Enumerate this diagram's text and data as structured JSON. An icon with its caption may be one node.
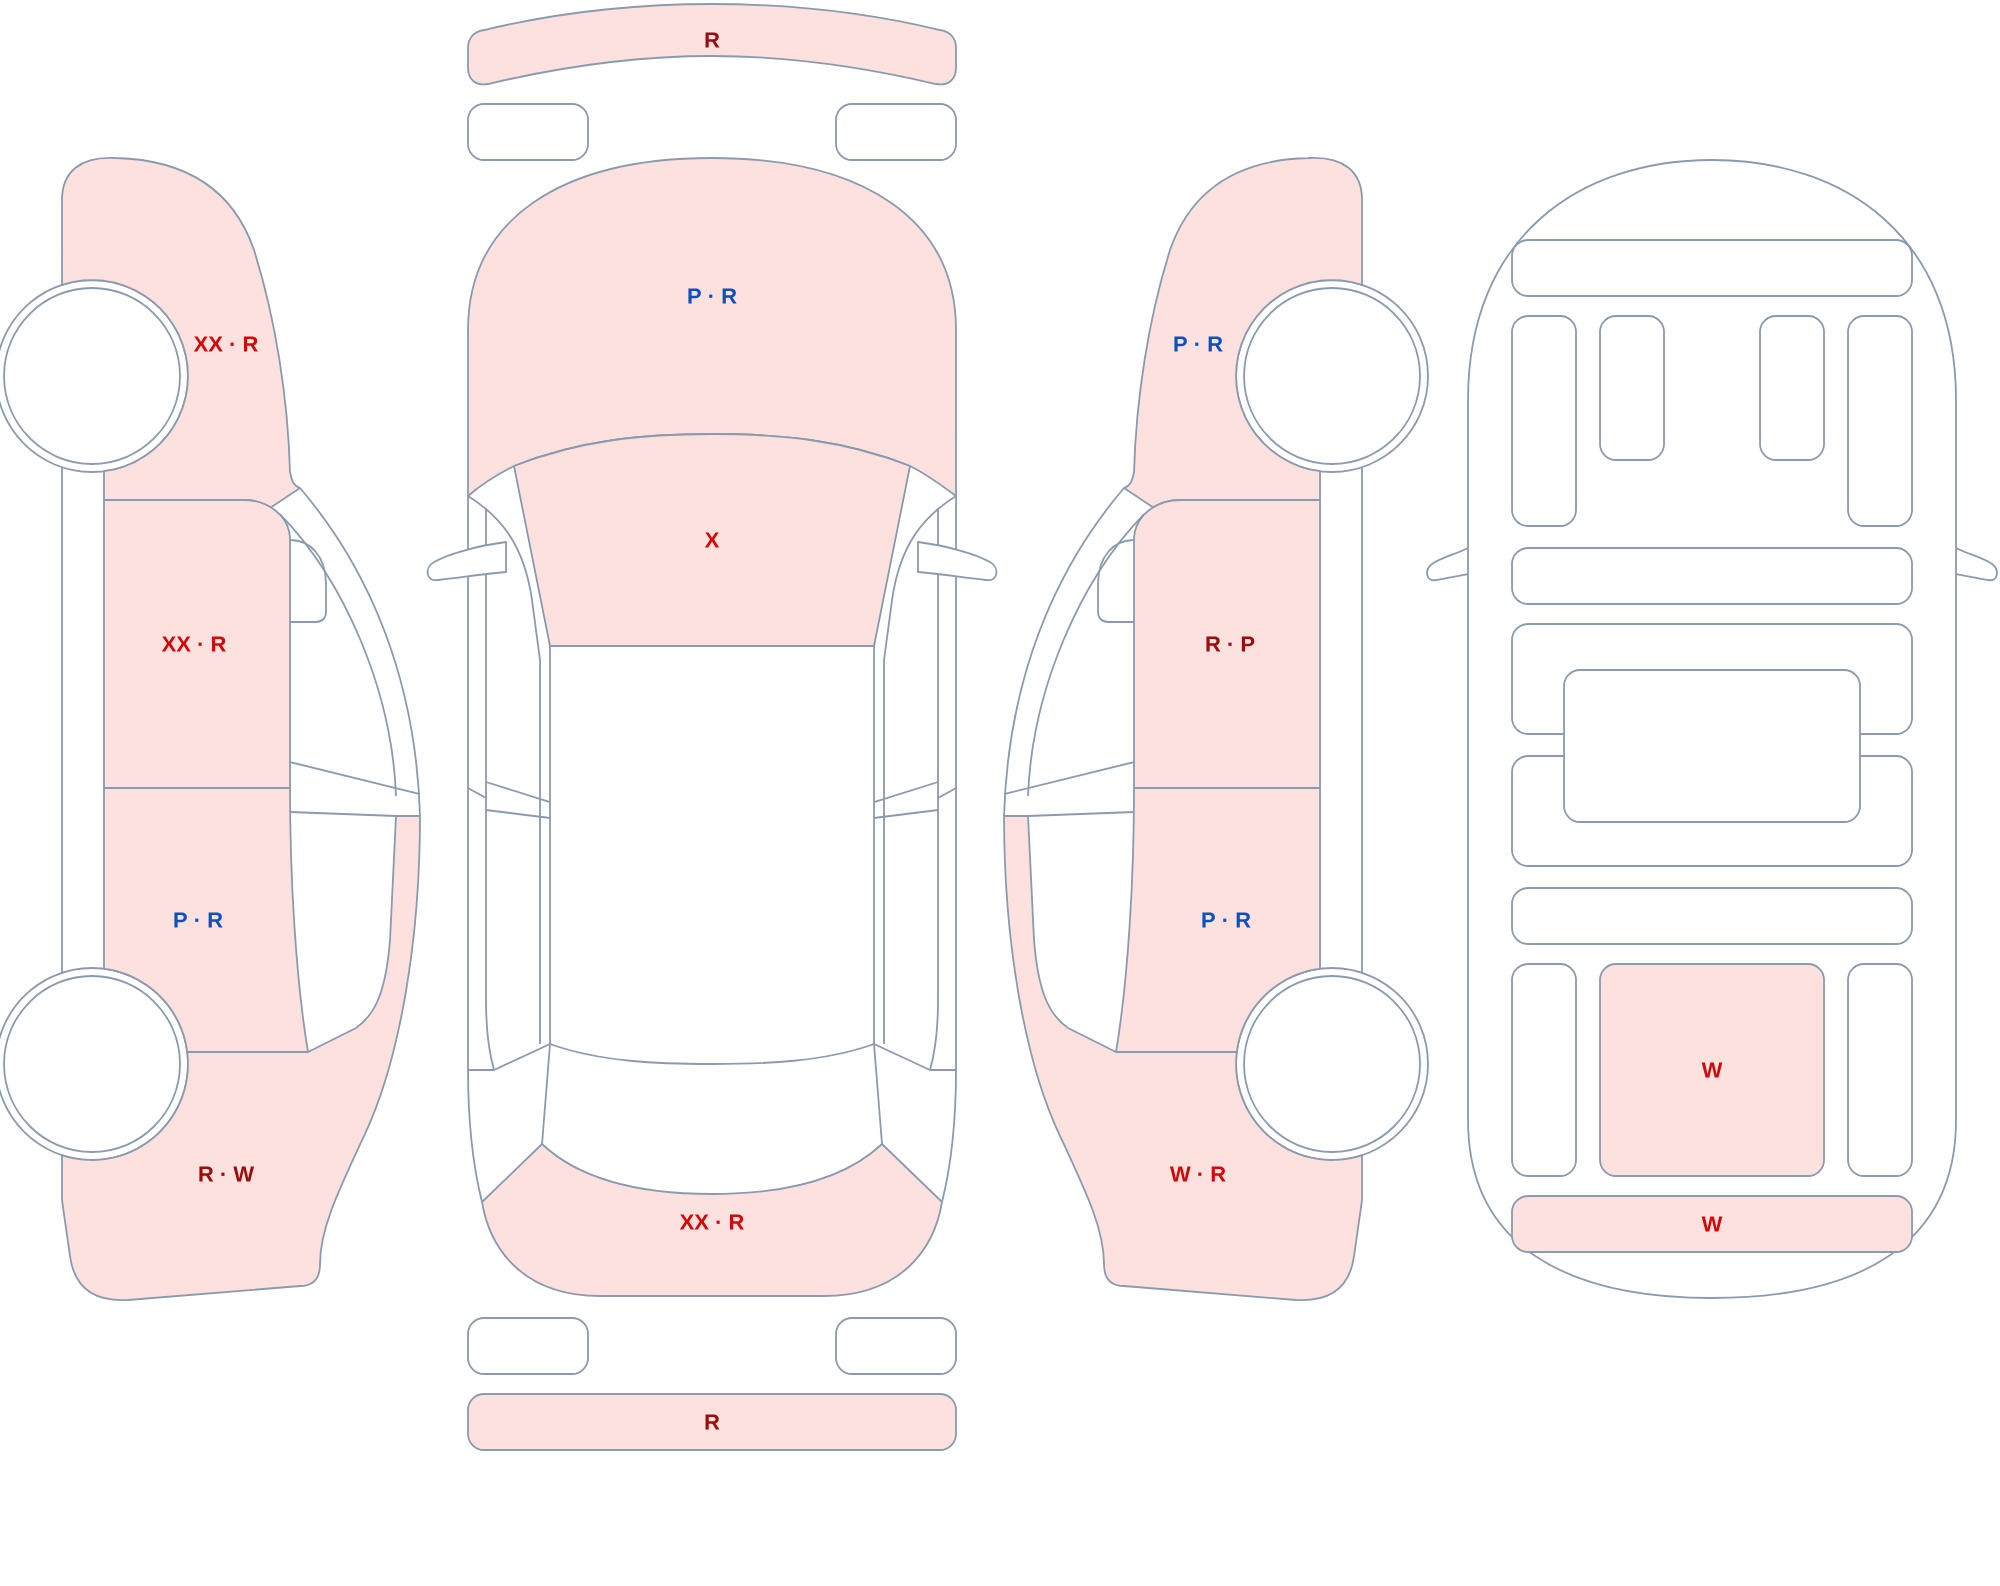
{
  "diagram": {
    "nodes": [
      {
        "text": [
          "XX · R"
        ]
      },
      {
        "text": [
          "XX · R"
        ]
      },
      {
        "text": [
          "P · R"
        ]
      },
      {
        "text": [
          "R · W"
        ]
      },
      {
        "text": [
          "R"
        ]
      },
      {
        "text": [],
        "shape": "box"
      },
      {
        "text": [],
        "shape": "box"
      },
      {
        "text": [
          "P · R"
        ]
      },
      {
        "text": [
          "X"
        ]
      },
      {
        "text": [
          "XX · R"
        ]
      },
      {
        "text": [],
        "shape": "box"
      },
      {
        "text": [],
        "shape": "box"
      },
      {
        "text": [
          "R"
        ]
      },
      {
        "text": [
          "P · R"
        ]
      },
      {
        "text": [
          "R · P"
        ]
      },
      {
        "text": [
          "P · R"
        ]
      },
      {
        "text": [
          "W · R"
        ]
      },
      {
        "text": [],
        "shape": "box"
      },
      {
        "text": [],
        "shape": "box"
      },
      {
        "text": [],
        "shape": "box"
      },
      {
        "text": [],
        "shape": "box"
      },
      {
        "text": [],
        "shape": "box"
      },
      {
        "text": [],
        "shape": "box"
      },
      {
        "text": [],
        "shape": "box"
      },
      {
        "text": [],
        "shape": "box"
      },
      {
        "text": [],
        "shape": "box"
      },
      {
        "text": [],
        "shape": "box"
      },
      {
        "text": [],
        "shape": "box"
      },
      {
        "text": [
          "W"
        ]
      },
      {
        "text": [],
        "shape": "box"
      },
      {
        "text": [
          "W"
        ]
      }
    ]
  }
}
